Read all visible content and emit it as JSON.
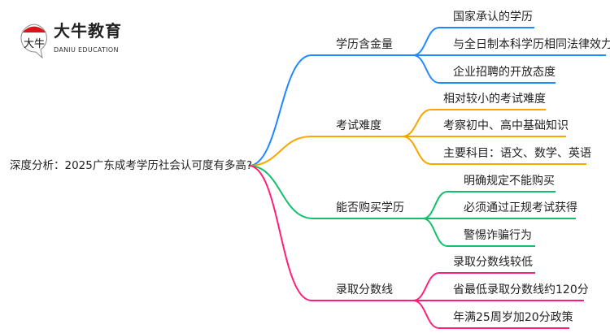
{
  "logo": {
    "name_cn": "大牛教育",
    "name_en": "DANIU EDUCATION",
    "mark_text": "大牛"
  },
  "root": {
    "title": "深度分析：2025广东成考学历社会认可度有多高?"
  },
  "branches": [
    {
      "label": "学历含金量",
      "color": "#1e88ff",
      "children": [
        "国家承认的学历",
        "与全日制本科学历相同法律效力",
        "企业招聘的开放态度"
      ]
    },
    {
      "label": "考试难度",
      "color": "#f5a800",
      "children": [
        "相对较小的考试难度",
        "考察初中、高中基础知识",
        "主要科目：语文、数学、英语"
      ]
    },
    {
      "label": "能否购买学历",
      "color": "#12c06a",
      "children": [
        "明确规定不能购买",
        "必须通过正规考试获得",
        "警惕诈骗行为"
      ]
    },
    {
      "label": "录取分数线",
      "color": "#ff1f78",
      "children": [
        "录取分数线较低",
        "省最低录取分数线约120分",
        "年满25周岁加20分政策"
      ]
    }
  ]
}
